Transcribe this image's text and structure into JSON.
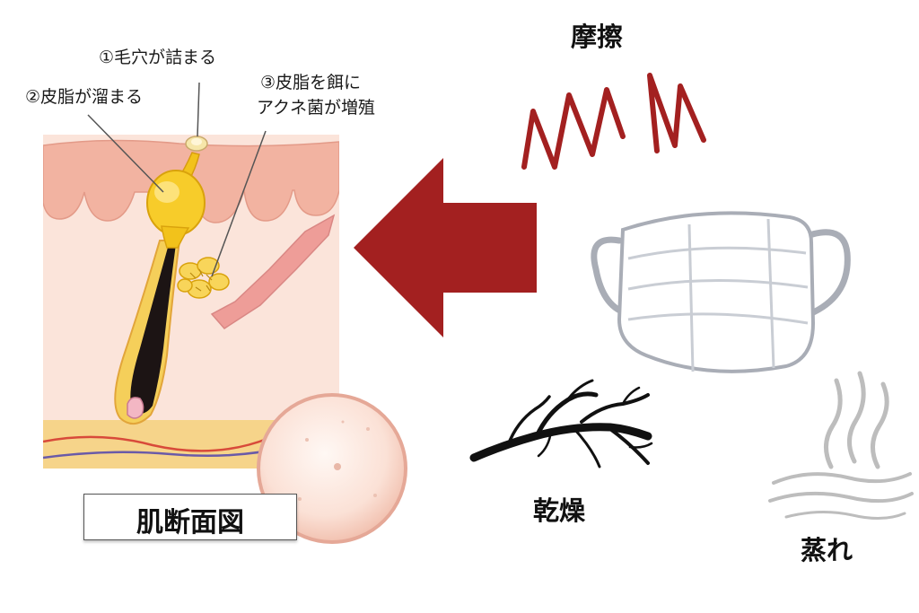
{
  "labels": {
    "pore": "①毛穴が詰まる",
    "sebum": "②皮脂が溜まる",
    "acne_line1": "③皮脂を餌に",
    "acne_line2": "アクネ菌が増殖"
  },
  "caption": "肌断面図",
  "factors": {
    "friction": "摩擦",
    "dryness": "乾燥",
    "stuffiness": "蒸れ"
  },
  "icons": {
    "friction": "zigzag-friction-icon",
    "mask": "face-mask-icon",
    "dryness": "dry-branch-icon",
    "stuffiness": "steam-icon",
    "arrow": "left-arrow-icon"
  },
  "colors": {
    "accent_red": "#a32020",
    "skin": "#f3b7a6",
    "sebum": "#f2c21b",
    "fat_layer": "#f6d48a"
  }
}
